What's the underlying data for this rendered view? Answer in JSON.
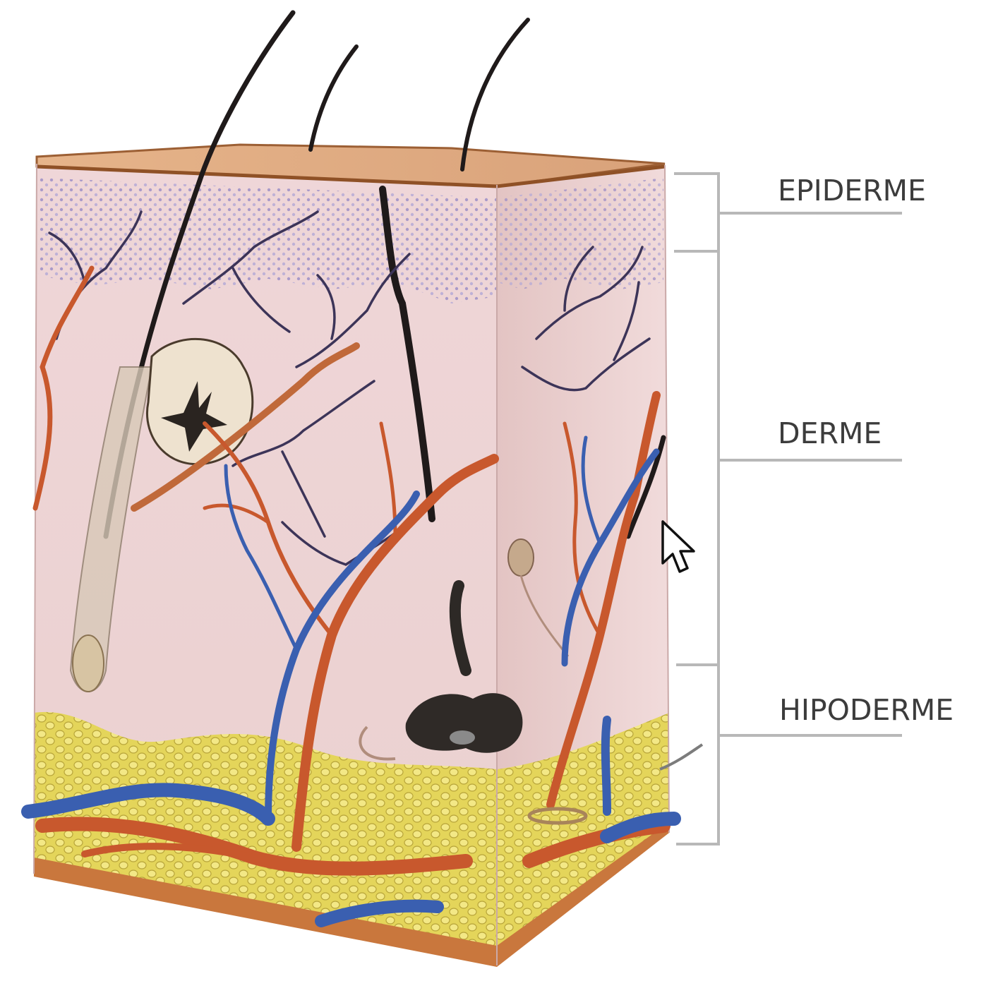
{
  "layers": [
    {
      "id": "epiderme",
      "label": "EPIDERME"
    },
    {
      "id": "derme",
      "label": "DERME"
    },
    {
      "id": "hipoderme",
      "label": "HIPODERME"
    }
  ],
  "colors": {
    "epidermis_surface": "#d9a77c",
    "dermis": "#ecd3d6",
    "epidermis_stipple": "#a99fc9",
    "fat": "#e7d85c",
    "artery": "#c8582d",
    "vein": "#3a5fb0",
    "hair": "#1f1a1a",
    "nerve": "#3c3458",
    "bracket": "#b8b8b8",
    "label_text": "#3c3c3c"
  },
  "icons": [
    "mouse-cursor-icon"
  ]
}
